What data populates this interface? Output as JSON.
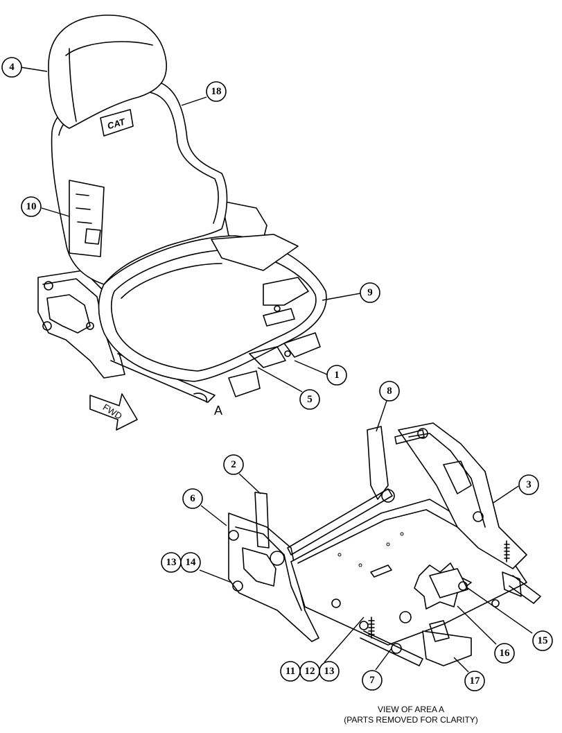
{
  "callouts": {
    "c1": "1",
    "c2": "2",
    "c3": "3",
    "c4": "4",
    "c5": "5",
    "c6": "6",
    "c7": "7",
    "c8": "8",
    "c9": "9",
    "c10": "10",
    "c11": "11",
    "c12": "12",
    "c13a": "13",
    "c13b": "13",
    "c14": "14",
    "c15": "15",
    "c16": "16",
    "c17": "17",
    "c18": "18"
  },
  "logo": "CAT",
  "fwd_arrow": "FWD",
  "area_label": "A",
  "caption": {
    "line1": "VIEW OF AREA A",
    "line2": "(PARTS REMOVED FOR CLARITY)"
  }
}
